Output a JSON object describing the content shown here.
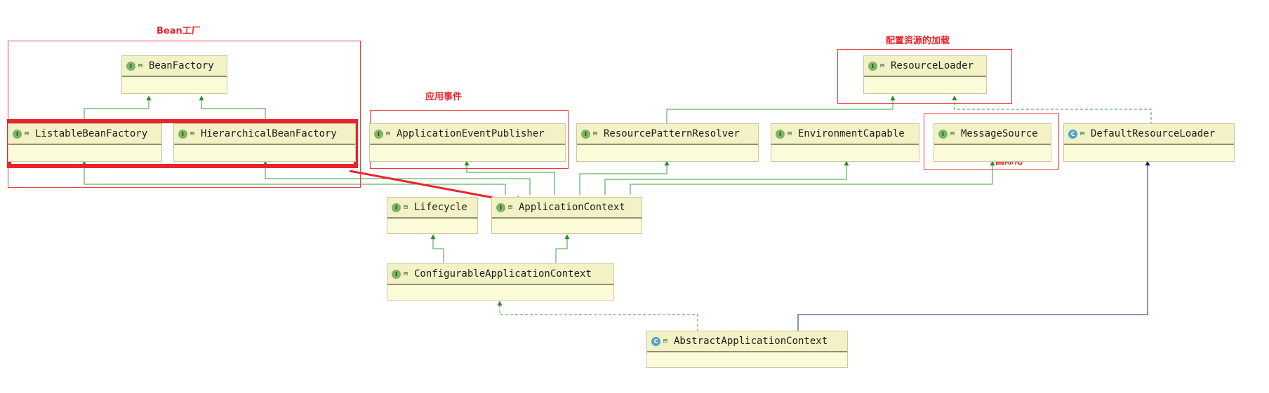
{
  "diagram": {
    "annotations": [
      {
        "id": "bean-factory-label",
        "text": "Bean工厂"
      },
      {
        "id": "app-event-label",
        "text": "应用事件"
      },
      {
        "id": "resource-loading-label",
        "text": "配置资源的加载"
      },
      {
        "id": "i18n-label",
        "text": "国际化"
      }
    ],
    "nodes": [
      {
        "id": "beanfactory",
        "name": "BeanFactory",
        "kind": "interface",
        "kind_letter": "I"
      },
      {
        "id": "listablebeanfactory",
        "name": "ListableBeanFactory",
        "kind": "interface",
        "kind_letter": "I"
      },
      {
        "id": "hierarchicalbeanfactory",
        "name": "HierarchicalBeanFactory",
        "kind": "interface",
        "kind_letter": "I"
      },
      {
        "id": "applicationeventpublisher",
        "name": "ApplicationEventPublisher",
        "kind": "interface",
        "kind_letter": "I"
      },
      {
        "id": "resourcepatternresolver",
        "name": "ResourcePatternResolver",
        "kind": "interface",
        "kind_letter": "I"
      },
      {
        "id": "environmentcapable",
        "name": "EnvironmentCapable",
        "kind": "interface",
        "kind_letter": "I"
      },
      {
        "id": "messagesource",
        "name": "MessageSource",
        "kind": "interface",
        "kind_letter": "I"
      },
      {
        "id": "resourceloader",
        "name": "ResourceLoader",
        "kind": "interface",
        "kind_letter": "I"
      },
      {
        "id": "defaultresourceloader",
        "name": "DefaultResourceLoader",
        "kind": "class",
        "kind_letter": "C"
      },
      {
        "id": "lifecycle",
        "name": "Lifecycle",
        "kind": "interface",
        "kind_letter": "I"
      },
      {
        "id": "applicationcontext",
        "name": "ApplicationContext",
        "kind": "interface",
        "kind_letter": "I"
      },
      {
        "id": "configurableapplicationcontext",
        "name": "ConfigurableApplicationContext",
        "kind": "interface",
        "kind_letter": "I"
      },
      {
        "id": "abstractapplicationcontext",
        "name": "AbstractApplicationContext",
        "kind": "class",
        "kind_letter": "C"
      }
    ],
    "relations": [
      {
        "from": "listablebeanfactory",
        "to": "beanfactory",
        "type": "extends"
      },
      {
        "from": "hierarchicalbeanfactory",
        "to": "beanfactory",
        "type": "extends"
      },
      {
        "from": "resourcepatternresolver",
        "to": "resourceloader",
        "type": "extends"
      },
      {
        "from": "defaultresourceloader",
        "to": "resourceloader",
        "type": "implements"
      },
      {
        "from": "applicationcontext",
        "to": "listablebeanfactory",
        "type": "extends"
      },
      {
        "from": "applicationcontext",
        "to": "hierarchicalbeanfactory",
        "type": "extends"
      },
      {
        "from": "applicationcontext",
        "to": "applicationeventpublisher",
        "type": "extends"
      },
      {
        "from": "applicationcontext",
        "to": "resourcepatternresolver",
        "type": "extends"
      },
      {
        "from": "applicationcontext",
        "to": "environmentcapable",
        "type": "extends"
      },
      {
        "from": "applicationcontext",
        "to": "messagesource",
        "type": "extends"
      },
      {
        "from": "configurableapplicationcontext",
        "to": "lifecycle",
        "type": "extends"
      },
      {
        "from": "configurableapplicationcontext",
        "to": "applicationcontext",
        "type": "extends"
      },
      {
        "from": "abstractapplicationcontext",
        "to": "configurableapplicationcontext",
        "type": "implements"
      },
      {
        "from": "abstractapplicationcontext",
        "to": "defaultresourceloader",
        "type": "extends"
      }
    ],
    "colors": {
      "interface_edge": "#3f9b3f",
      "class_edge": "#2d2d9b",
      "highlight": "#e8262c",
      "node_fill": "#fbfbd7",
      "node_header": "#f2f2c6"
    }
  }
}
